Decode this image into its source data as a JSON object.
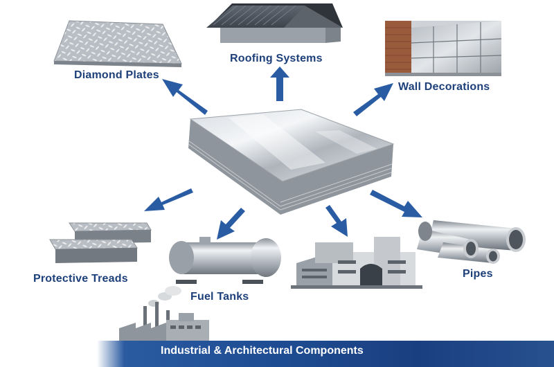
{
  "labels": {
    "diamond_plates": "Diamond Plates",
    "roofing_systems": "Roofing Systems",
    "wall_decorations": "Wall Decorations",
    "protective_treads": "Protective Treads",
    "fuel_tanks": "Fuel Tanks",
    "pipes": "Pipes",
    "banner": "Industrial & Architectural Components"
  },
  "colors": {
    "label_text": "#1d3f7a",
    "arrow": "#2a5ca3",
    "banner": "#1e4c92"
  }
}
